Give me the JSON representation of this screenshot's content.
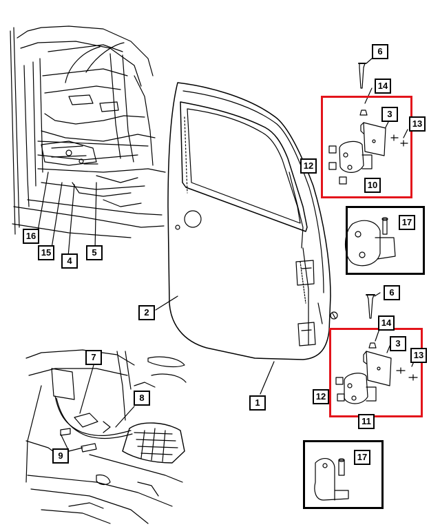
{
  "diagram": {
    "callouts": {
      "n1": "1",
      "n2": "2",
      "n3a": "3",
      "n3b": "3",
      "n4": "4",
      "n5": "5",
      "n6a": "6",
      "n6b": "6",
      "n7": "7",
      "n8": "8",
      "n9": "9",
      "n10": "10",
      "n11": "11",
      "n12a": "12",
      "n12b": "12",
      "n13a": "13",
      "n13b": "13",
      "n14a": "14",
      "n14b": "14",
      "n15": "15",
      "n16": "16",
      "n17a": "17",
      "n17b": "17"
    },
    "colors": {
      "highlight": "#e3141b",
      "line": "#000000",
      "background": "#ffffff"
    }
  }
}
